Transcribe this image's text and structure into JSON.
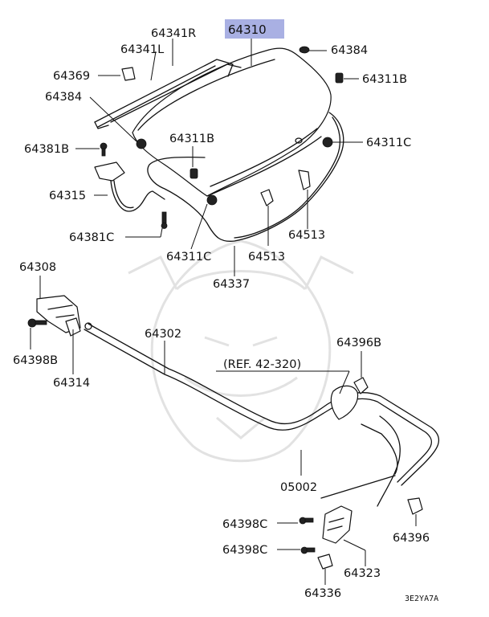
{
  "highlight": {
    "label": "64310",
    "color": "#a9b0e3"
  },
  "labels": {
    "p64341R": "64341R",
    "p64341L": "64341L",
    "p64369": "64369",
    "p64384a": "64384",
    "p64384b": "64384",
    "p64311Ba": "64311B",
    "p64311Bb": "64311B",
    "p64381B": "64381B",
    "p64311Ca": "64311C",
    "p64311Cb": "64311C",
    "p64315": "64315",
    "p64381C": "64381C",
    "p64513a": "64513",
    "p64513b": "64513",
    "p64337": "64337",
    "p64308": "64308",
    "p64398B": "64398B",
    "p64314": "64314",
    "p64302": "64302",
    "p64396B": "64396B",
    "ref": "(REF. 42-320)",
    "p05002": "05002",
    "p64398Ca": "64398C",
    "p64398Cb": "64398C",
    "p64396": "64396",
    "p64323": "64323",
    "p64336": "64336"
  },
  "diagram_code": "3E2YA7A"
}
